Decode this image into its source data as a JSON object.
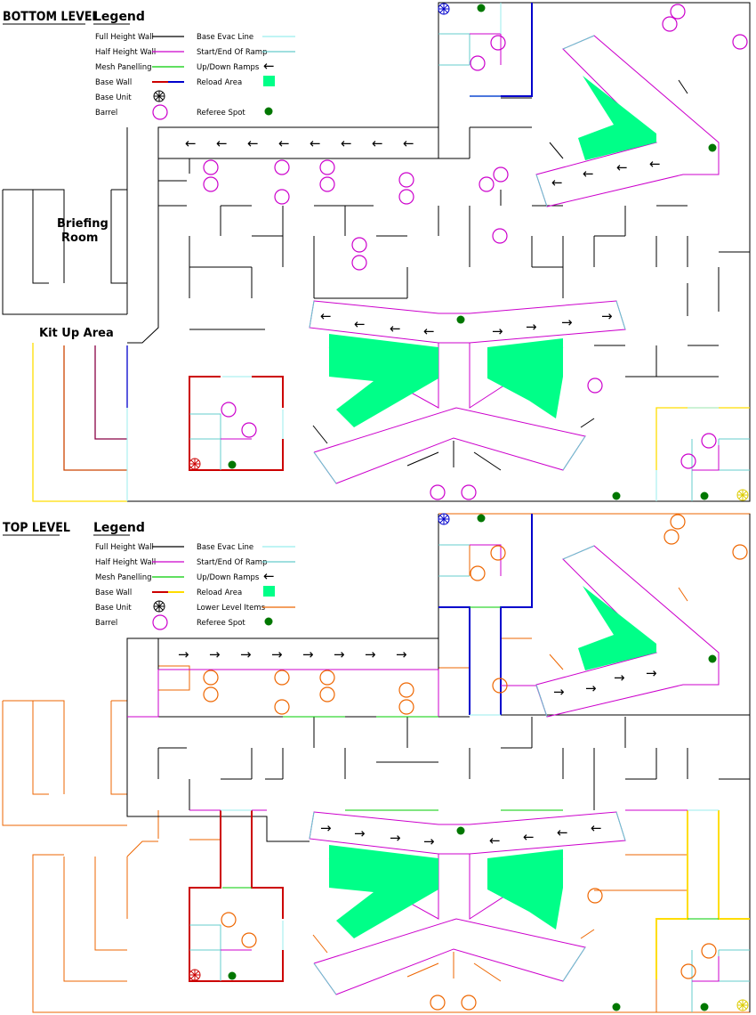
{
  "colors": {
    "full_wall": "#000000",
    "half_wall": "#cc00cc",
    "mesh": "#00cc00",
    "base_wall_a": "#cc0000",
    "base_wall_b": "#0000cc",
    "base_evac": "#99eeee",
    "ramp_edge": "#66cccc",
    "reload": "#00ff88",
    "referee": "#007700",
    "barrel_bottom": "#cc00cc",
    "barrel_top": "#ee6600",
    "lower_items": "#ee6600",
    "yellow": "#ffdd00"
  },
  "bottom": {
    "title": "BOTTOM LEVEL",
    "legend_title": "Legend",
    "legend": [
      {
        "label": "Full Height Wall",
        "icon": "full-wall-line"
      },
      {
        "label": "Half Height Wall",
        "icon": "half-wall-line"
      },
      {
        "label": "Mesh Panelling",
        "icon": "mesh-line"
      },
      {
        "label": "Base Wall",
        "icon": "base-wall-line"
      },
      {
        "label": "Base Unit",
        "icon": "base-unit-icon"
      },
      {
        "label": "Barrel",
        "icon": "barrel-icon"
      },
      {
        "label": "Base Evac Line",
        "icon": "evac-line"
      },
      {
        "label": "Start/End Of Ramp",
        "icon": "ramp-edge-line"
      },
      {
        "label": "Up/Down Ramps",
        "icon": "arrow-left-icon"
      },
      {
        "label": "Reload Area",
        "icon": "reload-square"
      },
      {
        "label": "Referee Spot",
        "icon": "referee-dot"
      }
    ],
    "briefing_label": "Briefing Room",
    "kitup_label": "Kit Up Area"
  },
  "top": {
    "title": "TOP LEVEL",
    "legend_title": "Legend",
    "legend": [
      {
        "label": "Full Height Wall",
        "icon": "full-wall-line"
      },
      {
        "label": "Half Height Wall",
        "icon": "half-wall-line"
      },
      {
        "label": "Mesh Panelling",
        "icon": "mesh-line"
      },
      {
        "label": "Base Wall",
        "icon": "base-wall-line"
      },
      {
        "label": "Base Unit",
        "icon": "base-unit-icon"
      },
      {
        "label": "Barrel",
        "icon": "barrel-icon"
      },
      {
        "label": "Base Evac Line",
        "icon": "evac-line"
      },
      {
        "label": "Start/End Of Ramp",
        "icon": "ramp-edge-line"
      },
      {
        "label": "Up/Down Ramps",
        "icon": "arrow-left-icon"
      },
      {
        "label": "Reload Area",
        "icon": "reload-square"
      },
      {
        "label": "Lower Level Items",
        "icon": "lower-items-line"
      },
      {
        "label": "Referee Spot",
        "icon": "referee-dot"
      }
    ]
  },
  "glyphs": {
    "arrow_left": "←",
    "arrow_right": "→"
  }
}
